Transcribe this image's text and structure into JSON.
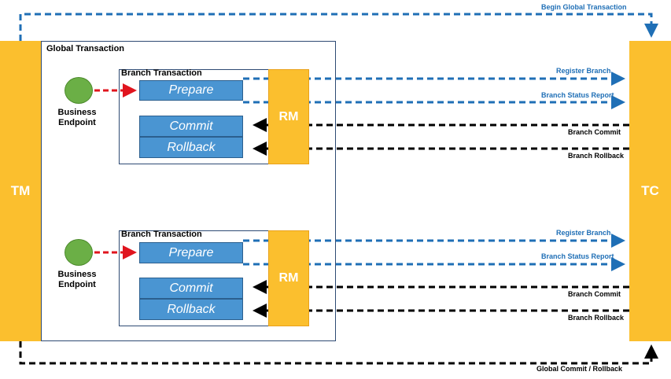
{
  "top_label": "Begin Global Transaction",
  "bottom_label": "Global Commit / Rollback",
  "tm": {
    "label": "TM"
  },
  "tc": {
    "label": "TC"
  },
  "global": {
    "title": "Global Transaction"
  },
  "branches": [
    {
      "title": "Branch Transaction",
      "endpoint": "Business\nEndpoint",
      "prepare": "Prepare",
      "commit": "Commit",
      "rollback": "Rollback",
      "rm": "RM",
      "register": "Register Branch",
      "report": "Branch Status Report",
      "branch_commit": "Branch Commit",
      "branch_rollback": "Branch Rollback"
    },
    {
      "title": "Branch Transaction",
      "endpoint": "Business\nEndpoint",
      "prepare": "Prepare",
      "commit": "Commit",
      "rollback": "Rollback",
      "rm": "RM",
      "register": "Register Branch",
      "report": "Branch Status Report",
      "branch_commit": "Branch Commit",
      "branch_rollback": "Branch Rollback"
    }
  ],
  "colors": {
    "yellow": "#FBBF2E",
    "blue_box": "#4A95D2",
    "blue_arrow": "#1F6FB6",
    "green": "#6BAF46",
    "red": "#E0141E",
    "black": "#000000"
  }
}
